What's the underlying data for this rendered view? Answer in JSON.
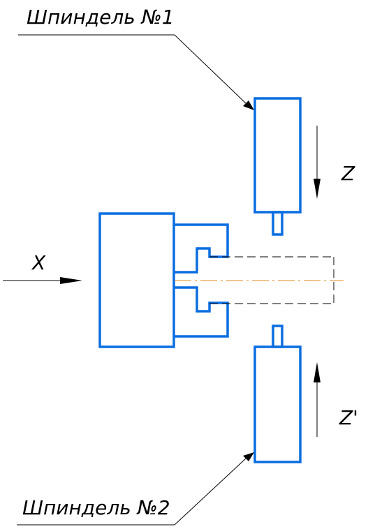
{
  "labels": {
    "spindle_1": "Шпиндель №1",
    "spindle_2": "Шпиндель №2",
    "axis_x": "X",
    "axis_z": "Z",
    "axis_z_prime": "Z'"
  },
  "colors": {
    "outline": "#0a6de0",
    "centerline": "#e08a1e",
    "annotation": "#000000",
    "background": "#ffffff"
  }
}
